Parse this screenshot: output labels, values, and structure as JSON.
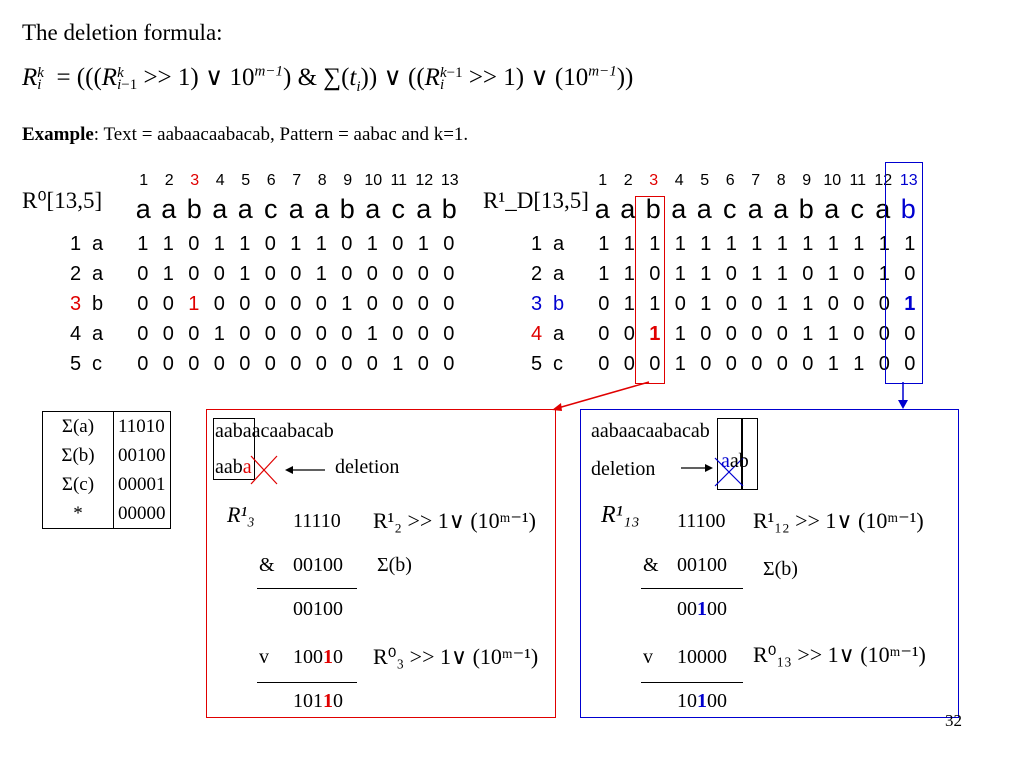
{
  "title": "The deletion formula:",
  "formula_text": "R_i^k = (((R_{i-1}^k >> 1) ∨ 10^{m-1}) & ∑(t_i)) ∨ ((R_i^{k-1} >> 1) ∨ (10^{m-1}))",
  "example": {
    "label": "Example",
    "text": ":  Text = aabaacaabacab, Pattern = aabac and k=1."
  },
  "left_matrix": {
    "label": "R⁰[13,5]",
    "column_numbers": [
      "1",
      "2",
      "3",
      "4",
      "5",
      "6",
      "7",
      "8",
      "9",
      "10",
      "11",
      "12",
      "13"
    ],
    "text_chars": [
      "a",
      "a",
      "b",
      "a",
      "a",
      "c",
      "a",
      "a",
      "b",
      "a",
      "c",
      "a",
      "b"
    ],
    "rows": [
      {
        "index": "1",
        "char": "a",
        "bits": [
          "1",
          "1",
          "0",
          "1",
          "1",
          "0",
          "1",
          "1",
          "0",
          "1",
          "0",
          "1",
          "0"
        ]
      },
      {
        "index": "2",
        "char": "a",
        "bits": [
          "0",
          "1",
          "0",
          "0",
          "1",
          "0",
          "0",
          "1",
          "0",
          "0",
          "0",
          "0",
          "0"
        ]
      },
      {
        "index": "3",
        "char": "b",
        "bits": [
          "0",
          "0",
          "1",
          "0",
          "0",
          "0",
          "0",
          "0",
          "1",
          "0",
          "0",
          "0",
          "0"
        ]
      },
      {
        "index": "4",
        "char": "a",
        "bits": [
          "0",
          "0",
          "0",
          "1",
          "0",
          "0",
          "0",
          "0",
          "0",
          "1",
          "0",
          "0",
          "0"
        ]
      },
      {
        "index": "5",
        "char": "c",
        "bits": [
          "0",
          "0",
          "0",
          "0",
          "0",
          "0",
          "0",
          "0",
          "0",
          "0",
          "1",
          "0",
          "0"
        ]
      }
    ]
  },
  "right_matrix": {
    "label": "R¹_D[13,5]",
    "column_numbers": [
      "1",
      "2",
      "3",
      "4",
      "5",
      "6",
      "7",
      "8",
      "9",
      "10",
      "11",
      "12",
      "13"
    ],
    "text_chars": [
      "a",
      "a",
      "b",
      "a",
      "a",
      "c",
      "a",
      "a",
      "b",
      "a",
      "c",
      "a",
      "b"
    ],
    "rows": [
      {
        "index": "1",
        "char": "a",
        "bits": [
          "1",
          "1",
          "1",
          "1",
          "1",
          "1",
          "1",
          "1",
          "1",
          "1",
          "1",
          "1",
          "1"
        ]
      },
      {
        "index": "2",
        "char": "a",
        "bits": [
          "1",
          "1",
          "0",
          "1",
          "1",
          "0",
          "1",
          "1",
          "0",
          "1",
          "0",
          "1",
          "0"
        ]
      },
      {
        "index": "3",
        "char": "b",
        "bits": [
          "0",
          "1",
          "1",
          "0",
          "1",
          "0",
          "0",
          "1",
          "1",
          "0",
          "0",
          "0",
          "1"
        ]
      },
      {
        "index": "4",
        "char": "a",
        "bits": [
          "0",
          "0",
          "1",
          "1",
          "0",
          "0",
          "0",
          "0",
          "1",
          "1",
          "0",
          "0",
          "0"
        ]
      },
      {
        "index": "5",
        "char": "c",
        "bits": [
          "0",
          "0",
          "0",
          "1",
          "0",
          "0",
          "0",
          "0",
          "0",
          "1",
          "1",
          "0",
          "0"
        ]
      }
    ]
  },
  "sigma_table": [
    {
      "key": "Σ(a)",
      "value": "11010"
    },
    {
      "key": "Σ(b)",
      "value": "00100"
    },
    {
      "key": "Σ(c)",
      "value": "00001"
    },
    {
      "key": "*",
      "value": "00000"
    }
  ],
  "red_box": {
    "text_line": "aabaacaabacab",
    "pattern_prefix": "aab",
    "deleted_char": "a",
    "deletion_label": "deletion",
    "r_label": "R¹₃",
    "val1": "11110",
    "note1": "R¹₂ >> 1∨ (10ᵐ⁻¹)",
    "op_and": "&",
    "val2": "00100",
    "note2": "Σ(b)",
    "val3": "00100",
    "op_or": "v",
    "val4_pre": "100",
    "val4_hl": "1",
    "val4_post": "0",
    "note4": "R⁰₃ >> 1∨ (10ᵐ⁻¹)",
    "val5_pre": "101",
    "val5_hl": "1",
    "val5_post": "0"
  },
  "blue_box": {
    "text_pre": "aabaacaaba",
    "text_hl": "cab",
    "deletion_label": "deletion",
    "deleted_char": "a",
    "pattern_suffix": "ab",
    "r_label": "R¹₁₃",
    "val1": "11100",
    "note1": "R¹₁₂ >> 1∨ (10ᵐ⁻¹)",
    "op_and": "&",
    "val2": "00100",
    "note2": "Σ(b)",
    "val3_pre": "00",
    "val3_hl": "1",
    "val3_post": "00",
    "op_or": "v",
    "val4": "10000",
    "note4": "R⁰₁₃ >> 1∨ (10ᵐ⁻¹)",
    "val5_pre": "10",
    "val5_hl": "1",
    "val5_post": "00"
  },
  "page_number": "32",
  "colors": {
    "red": "#e00000",
    "blue": "#0000d0"
  }
}
